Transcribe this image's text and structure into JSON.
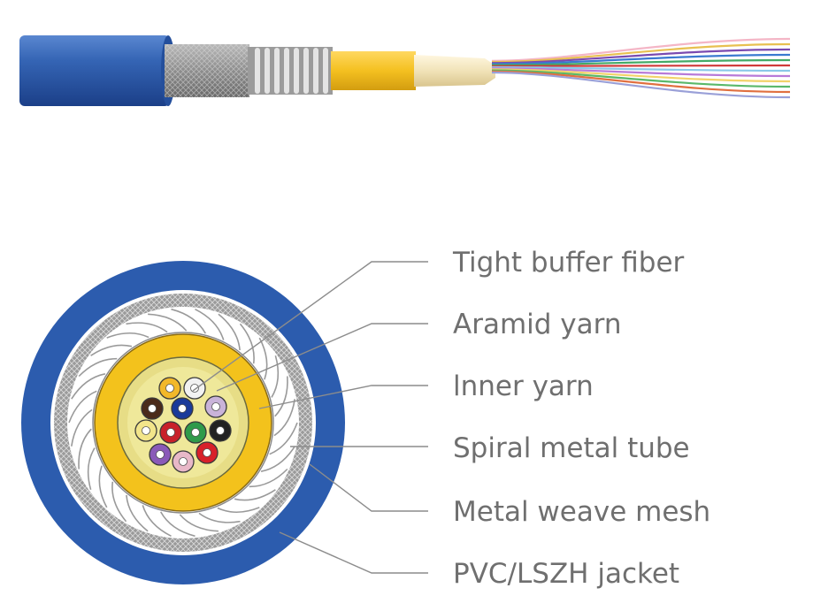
{
  "labels": [
    "Tight buffer fiber",
    "Aramid yarn",
    "lnner yarn",
    "Spiral metal tube",
    "Metal weave mesh",
    "PVC/LSZH jacket"
  ],
  "colors": {
    "jacket": "#2d5fb0",
    "jacket_dark": "#1c3f86",
    "mesh": "#8a8a8a",
    "spiral": "#c8c8c8",
    "aramid": "#f2c21a",
    "inner_yarn": "#d8cd7a",
    "core": "#e5de86",
    "leader_line": "#8c8c8c",
    "label_text": "#6f6f6f"
  },
  "fiber_colors": [
    "#f2b82a",
    "#f2f2f2",
    "#4a2a1a",
    "#1a3a9a",
    "#c9b3d9",
    "#f2e58a",
    "#c8202a",
    "#2f9a4a",
    "#222222",
    "#8a5ab8",
    "#e8b8c8",
    "#d8202a"
  ]
}
